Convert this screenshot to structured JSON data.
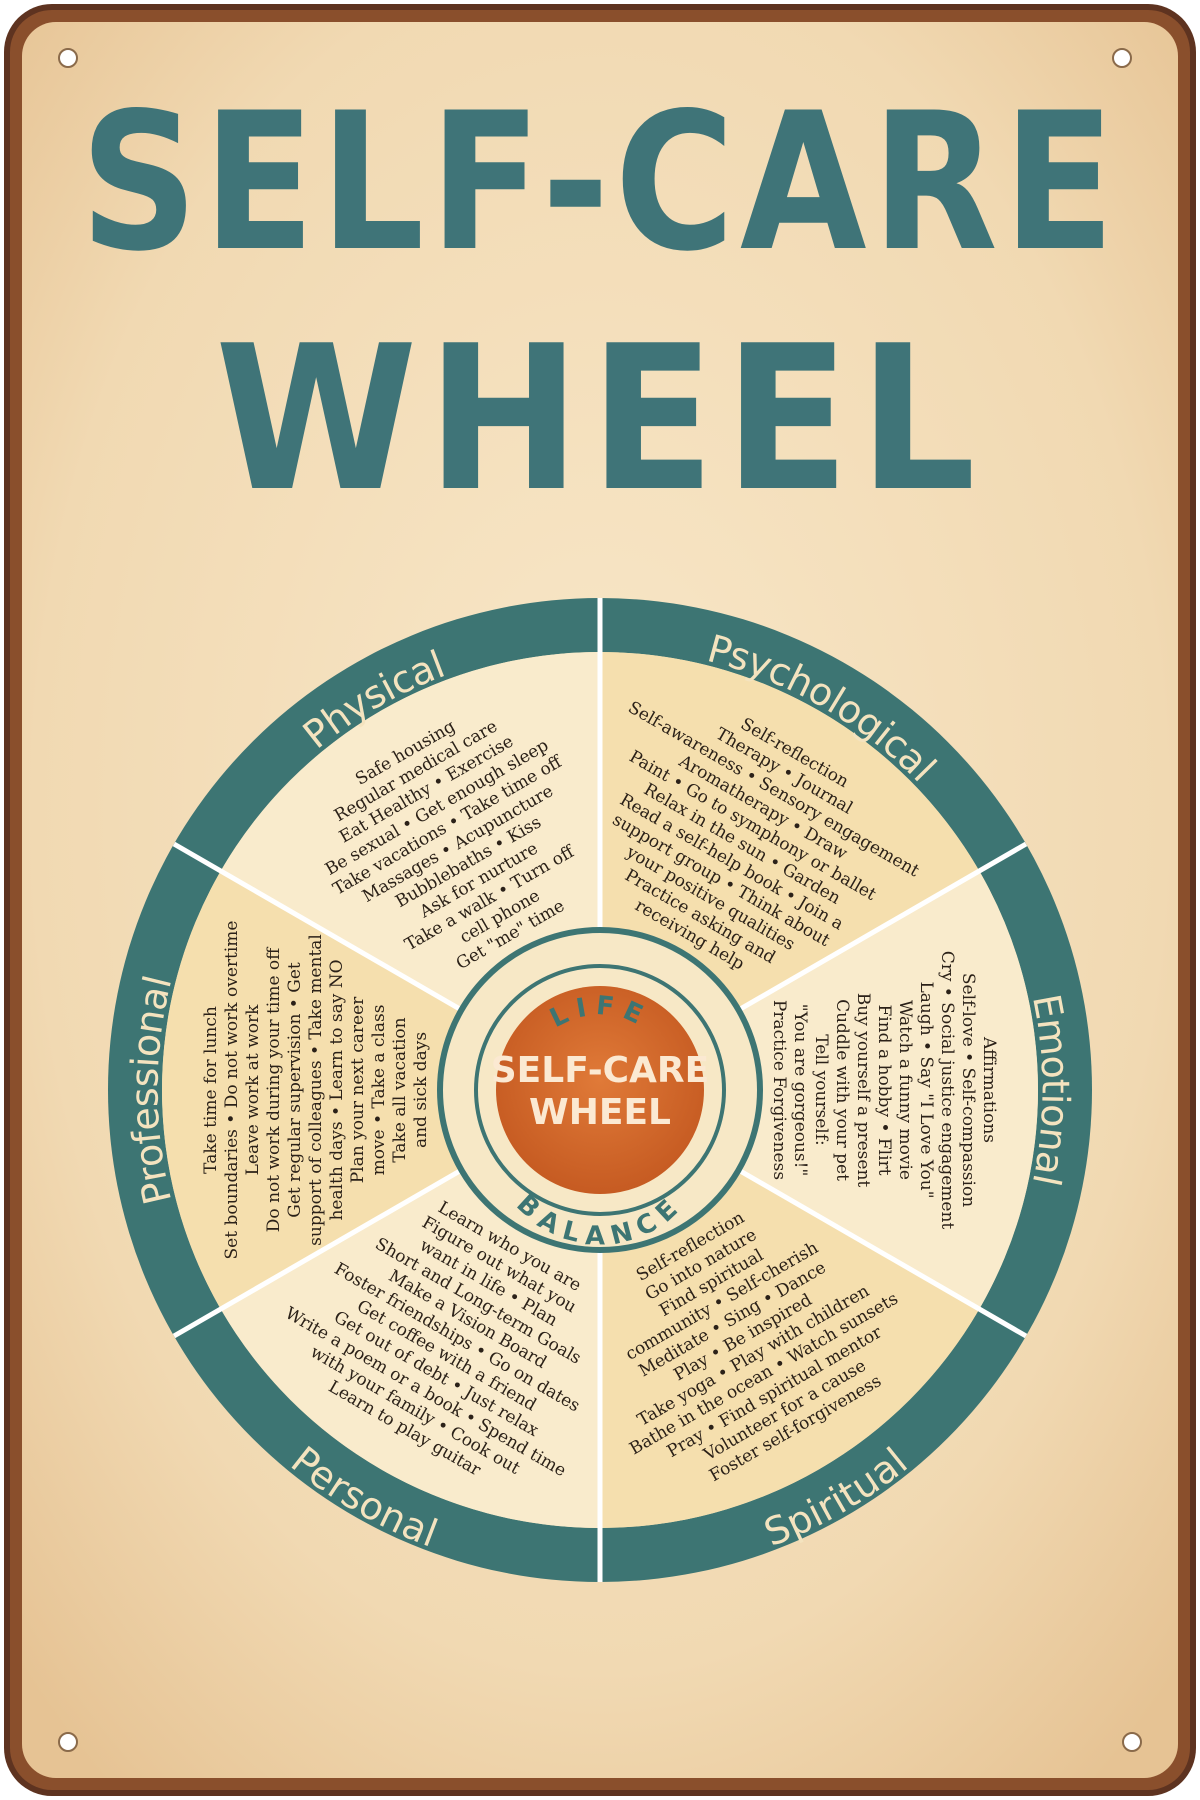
{
  "poster": {
    "title_line1": "SELF-CARE",
    "title_line2": "WHEEL"
  },
  "center": {
    "label_line1": "SELF-CARE",
    "label_line2": "WHEEL",
    "ring_top": "LIFE",
    "ring_bottom": "BALANCE"
  },
  "sectors": {
    "physical": {
      "label": "Physical",
      "items": [
        "Safe housing",
        "Regular medical care",
        "Eat Healthy • Exercise",
        "Be sexual • Get enough sleep",
        "Take vacations • Take time off",
        "Massages • Acupuncture",
        "Bubblebaths • Kiss",
        "Ask for nurture",
        "Take a walk • Turn off",
        "cell phone",
        "Get \"me\" time"
      ]
    },
    "psychological": {
      "label": "Psychological",
      "items": [
        "Self-reflection",
        "Therapy • Journal",
        "Self-awareness • Sensory engagement",
        "Aromatherapy • Draw",
        "Paint • Go to symphony or ballet",
        "Relax in the sun • Garden",
        "Read a self-help book • Join a",
        "support group • Think about",
        "your positive qualities",
        "Practice asking and",
        "receiving help"
      ]
    },
    "emotional": {
      "label": "Emotional",
      "items": [
        "Affirmations",
        "Self-love • Self-compassion",
        "Cry • Social justice engagement",
        "Laugh • Say \"I Love You\"",
        "Watch a funny movie",
        "Find a hobby • Flirt",
        "Buy yourself a present",
        "Cuddle with your pet",
        "Tell yourself:",
        "\"You are gorgeous!\"",
        "Practice Forgiveness"
      ]
    },
    "spiritual": {
      "label": "Spiritual",
      "items": [
        "Self-reflection",
        "Go into nature",
        "Find spiritual",
        "community • Self-cherish",
        "Meditate • Sing • Dance",
        "Play • Be inspired",
        "Take yoga • Play with children",
        "Bathe in the ocean • Watch sunsets",
        "Pray • Find spiritual mentor",
        "Volunteer for a cause",
        "Foster self-forgiveness"
      ]
    },
    "personal": {
      "label": "Personal",
      "items": [
        "Learn who you are",
        "Figure out what you",
        "want in life • Plan",
        "Short and Long-term Goals",
        "Make a Vision Board",
        "Foster friendships • Go on dates",
        "Get coffee with a friend",
        "Get out of debt • Just relax",
        "Write a poem or a book • Spend time",
        "with your family • Cook out",
        "Learn to play guitar"
      ]
    },
    "professional": {
      "label": "Professional",
      "items": [
        "Take time for lunch",
        "Set boundaries • Do not work overtime",
        "Leave work at work",
        "Do not work during your time off",
        "Get regular supervision • Get",
        "support of colleagues • Take mental",
        "health days • Learn to say NO",
        "Plan your next career",
        "move • Take a class",
        "Take all vacation",
        "and sick days"
      ]
    }
  },
  "colors": {
    "background": "#f3dcb8",
    "frame_rust": "#6b3a22",
    "title_teal": "#3f7478",
    "ring_teal": "#3d7573",
    "sector_fill": "#f7e4ba",
    "center_orange": "#d4692d",
    "text_dark": "#2b2118"
  },
  "icons": [
    "mounting-hole-icon"
  ]
}
